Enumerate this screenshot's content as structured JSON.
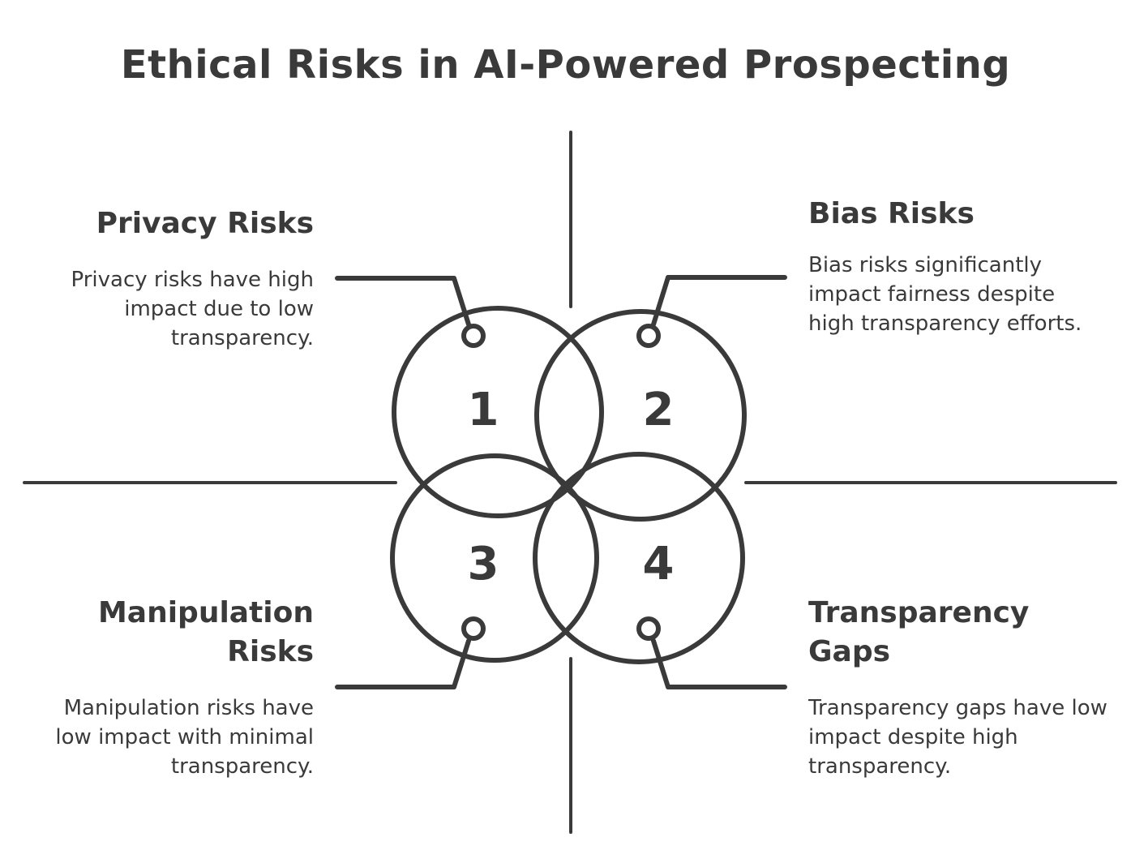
{
  "title": "Ethical Risks in AI-Powered Prospecting",
  "quadrants": [
    {
      "number": "1",
      "heading": "Privacy Risks",
      "description": "Privacy risks have high impact due to low transparency."
    },
    {
      "number": "2",
      "heading": "Bias Risks",
      "description": "Bias risks significantly impact fairness despite high transparency efforts."
    },
    {
      "number": "3",
      "heading": "Manipulation Risks",
      "description": "Manipulation risks have low impact with minimal transparency."
    },
    {
      "number": "4",
      "heading": "Transparency Gaps",
      "description": "Transparency gaps have low impact despite high transparency."
    }
  ],
  "colors": {
    "stroke": "#3a3a3a",
    "text": "#3a3a3a",
    "background": "#ffffff"
  }
}
